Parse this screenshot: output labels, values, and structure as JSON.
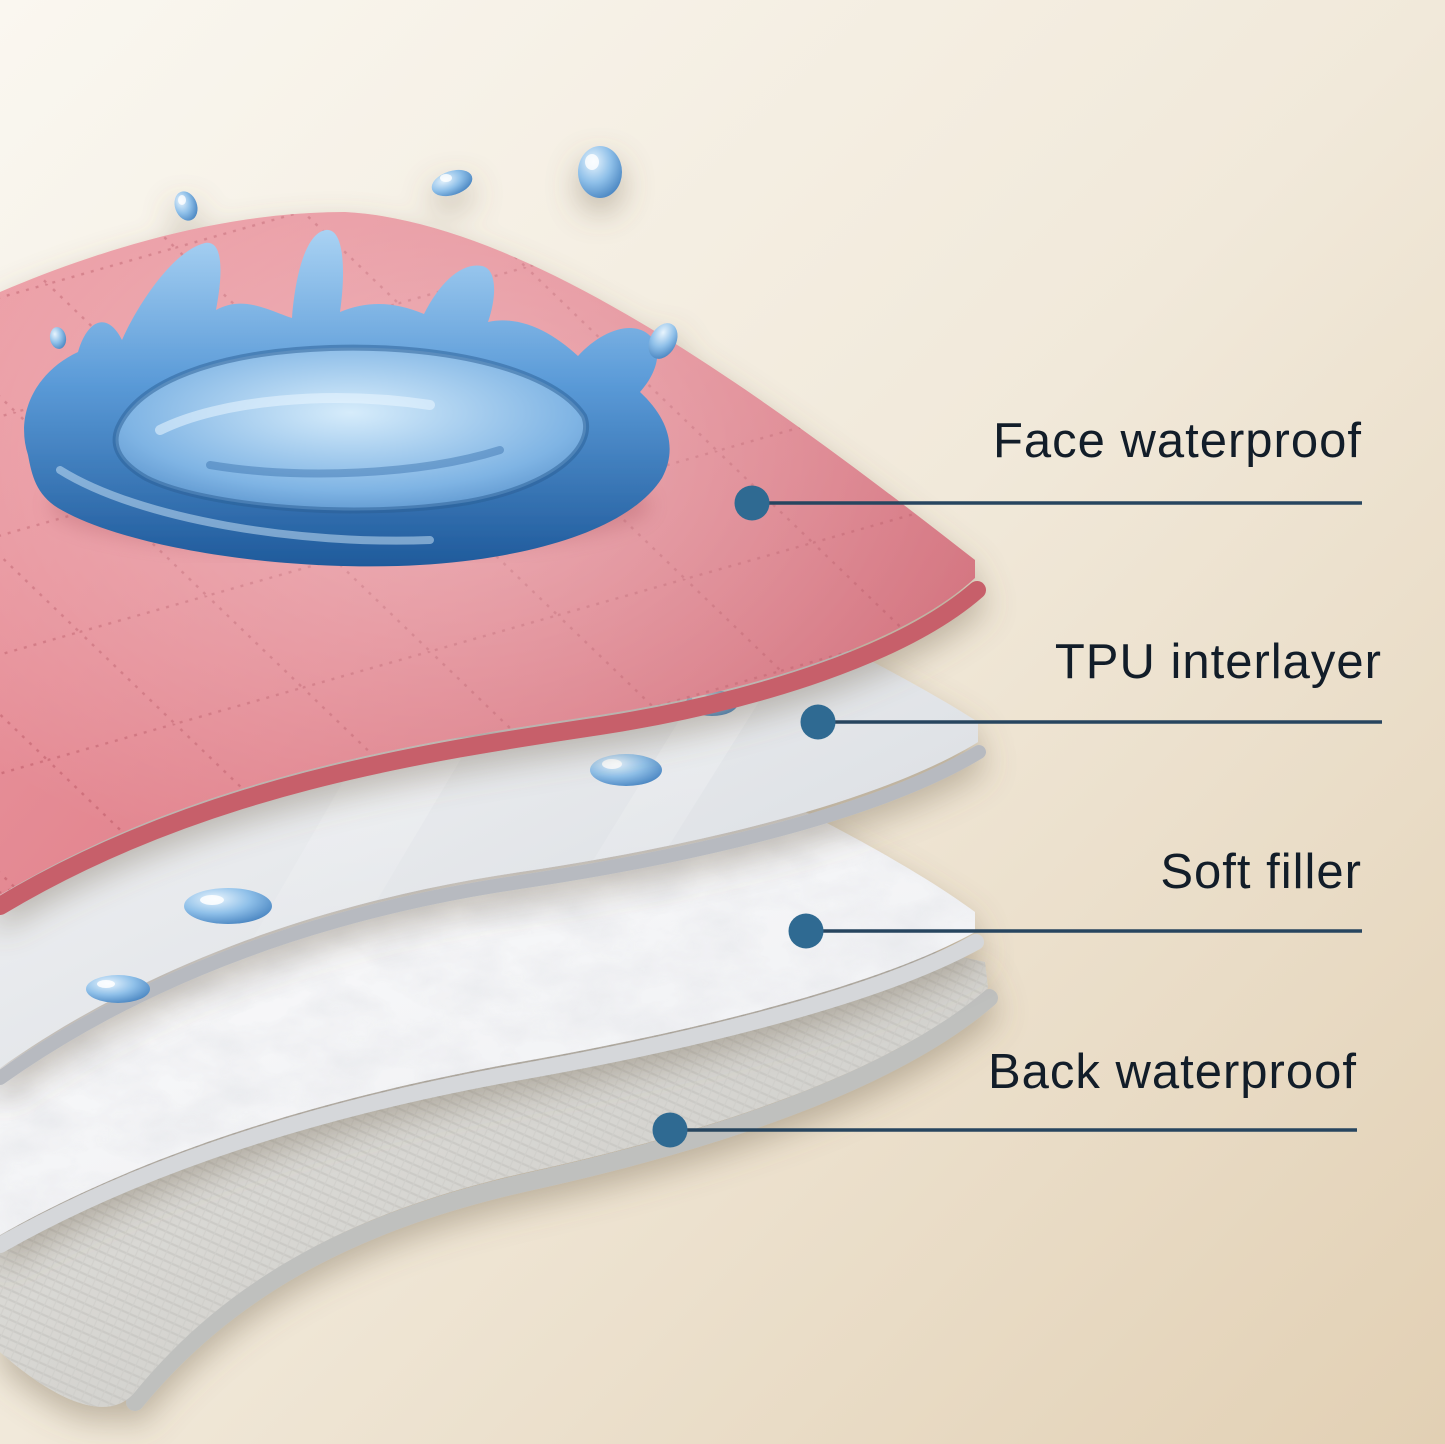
{
  "diagram": {
    "type": "layered-product-cutaway",
    "subject": "waterproof quilted pad layers",
    "callouts": [
      {
        "label": "Face waterproof"
      },
      {
        "label": "TPU interlayer"
      },
      {
        "label": "Soft filler"
      },
      {
        "label": "Back waterproof"
      }
    ]
  },
  "icons": {
    "callout_marker": "filled-circle"
  },
  "colors": {
    "background_top": "#faf7f0",
    "background_bottom": "#e2d0b4",
    "label_text": "#121d29",
    "callout_line": "#27455f",
    "callout_dot": "#2f6a92",
    "face_layer": "#e2858f",
    "face_layer_edge": "#c75f6b",
    "tpu_layer": "#e9ebee",
    "soft_filler": "#fafbfc",
    "back_layer": "#d8d7d3",
    "water_splash": "#3f86c9"
  }
}
